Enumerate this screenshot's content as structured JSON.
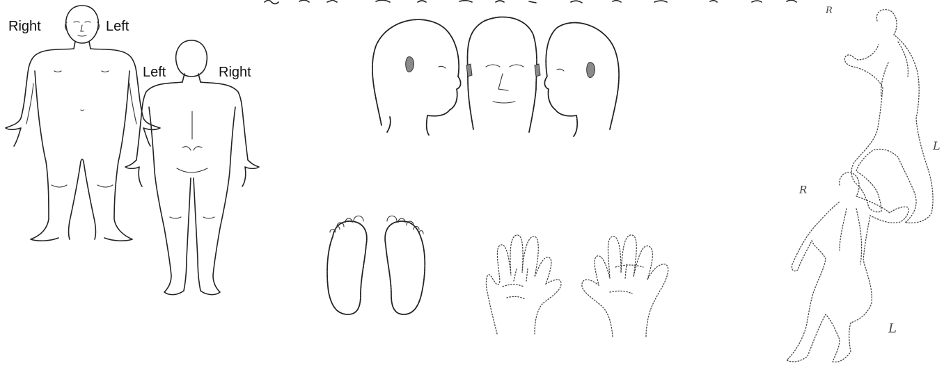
{
  "body_front": {
    "label_right": "Right",
    "label_left": "Left"
  },
  "body_back": {
    "label_left": "Left",
    "label_right": "Right"
  },
  "side_figures": {
    "upper_r": "R",
    "upper_l": "L",
    "lower_r": "R",
    "lower_l": "L"
  }
}
